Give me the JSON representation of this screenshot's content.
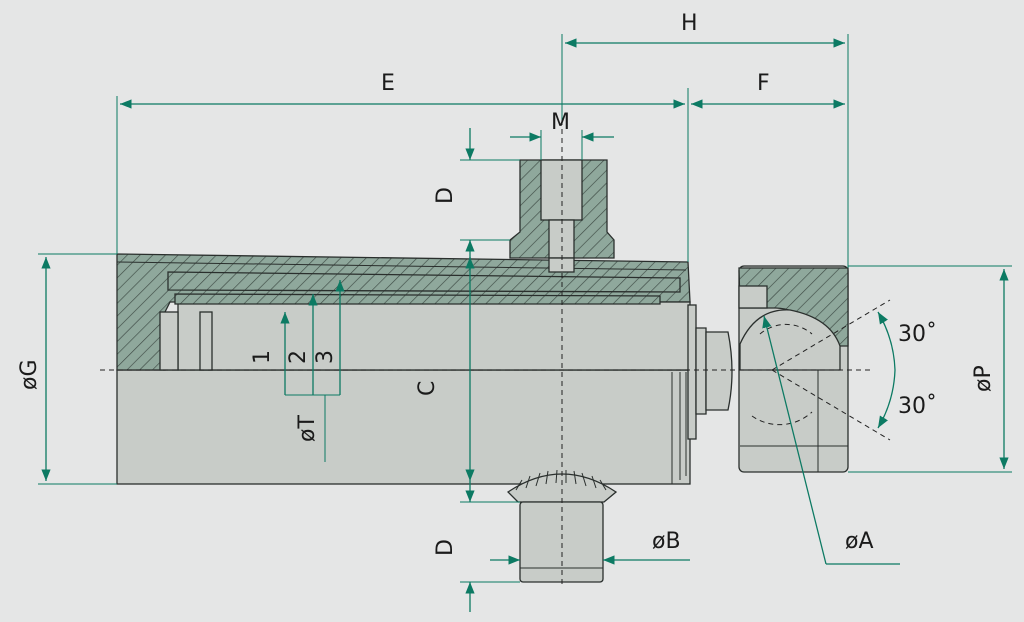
{
  "colors": {
    "background": "#e5e6e6",
    "dimension": "#0c7a63",
    "part": "#c8ccc8",
    "section": "#8fa89c",
    "outline": "#2a2f2d"
  },
  "labels": {
    "H": "H",
    "E": "E",
    "F": "F",
    "M": "M",
    "D_top": "D",
    "D_bottom": "D",
    "G": "øG",
    "P": "øP",
    "C": "C",
    "T": "øT",
    "stage1": "1",
    "stage2": "2",
    "stage3": "3",
    "B": "øB",
    "A": "øA",
    "angle_top": "30˚",
    "angle_bottom": "30˚"
  }
}
